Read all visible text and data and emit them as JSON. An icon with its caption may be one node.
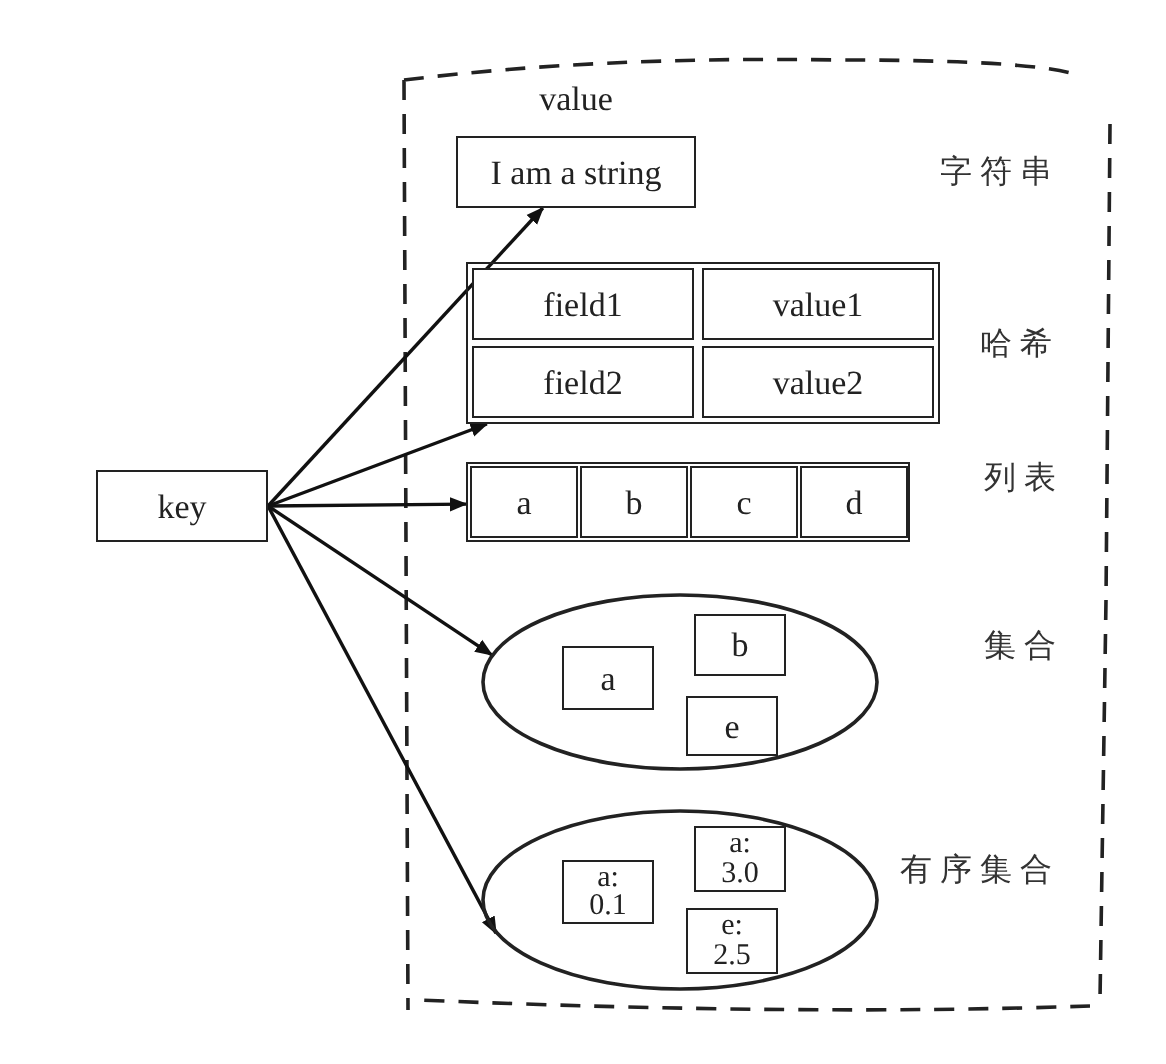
{
  "diagram": {
    "nodes": [
      {
        "text": [
          "key"
        ]
      },
      {
        "text": [
          "value",
          "I am a string"
        ]
      },
      {
        "text": [],
        "shape": "box"
      },
      {
        "text": [
          "field1"
        ],
        "in": 2
      },
      {
        "text": [
          "value1"
        ],
        "in": 2
      },
      {
        "text": [
          "field2"
        ],
        "in": 2
      },
      {
        "text": [
          "value2"
        ],
        "in": 2
      },
      {
        "text": [],
        "shape": "box"
      },
      {
        "text": [
          "a"
        ],
        "in": 7
      },
      {
        "text": [
          "b"
        ],
        "in": 7
      },
      {
        "text": [
          "c"
        ],
        "in": 7
      },
      {
        "text": [
          "d"
        ],
        "in": 7
      },
      {
        "text": [],
        "shape": "ellipse"
      },
      {
        "text": [
          "a"
        ],
        "in": 12
      },
      {
        "text": [
          "b"
        ],
        "in": 12
      },
      {
        "text": [
          "e"
        ],
        "in": 12
      },
      {
        "text": [],
        "shape": "ellipse"
      },
      {
        "text": [
          "a: 0.1"
        ],
        "in": 16
      },
      {
        "text": [
          "a: 3.0"
        ],
        "in": 16
      },
      {
        "text": [
          "e: 2.5"
        ],
        "in": 16
      }
    ],
    "edges": [
      {
        "from": 0,
        "to": 1,
        "arrow": "to"
      },
      {
        "from": 0,
        "to": 2,
        "arrow": "to"
      },
      {
        "from": 0,
        "to": 7,
        "arrow": "to"
      },
      {
        "from": 0,
        "to": 12,
        "arrow": "to"
      },
      {
        "from": 0,
        "to": 16,
        "arrow": "to"
      }
    ],
    "labels": [
      "字符串",
      "哈希",
      "列表",
      "集合",
      "有序集合"
    ]
  }
}
